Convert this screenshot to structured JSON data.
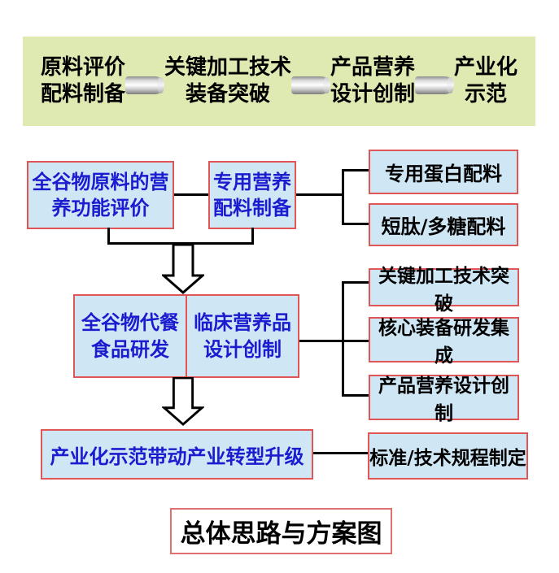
{
  "banner": {
    "phases": [
      {
        "line1": "原料评价",
        "line2": "配料制备"
      },
      {
        "line1": "关键加工技术",
        "line2": "装备突破"
      },
      {
        "line1": "产品营养",
        "line2": "设计创制"
      },
      {
        "line1": "产业化",
        "line2": "示范"
      }
    ]
  },
  "flow": {
    "box_raw_eval": "全谷物原料的营养功能评价",
    "box_nutrition_prep": "专用营养配料制备",
    "box_protein": "专用蛋白配料",
    "box_peptide": "短肽/多糖配料",
    "box_meal_rd": "全谷物代餐食品研发",
    "box_clinical": "临床营养品设计创制",
    "box_processing": "关键加工技术突破",
    "box_equipment": "核心装备研发集成",
    "box_product_design": "产品营养设计创制",
    "box_industrial": "产业化示范带动产业转型升级",
    "box_standards": "标准/技术规程制定"
  },
  "title": "总体思路与方案图",
  "colors": {
    "banner_bg": "#dfe9b2",
    "box_fill": "#cfe7f5",
    "box_border": "#e05555",
    "blue_text": "#1b1bd0",
    "connector": "#000000"
  }
}
